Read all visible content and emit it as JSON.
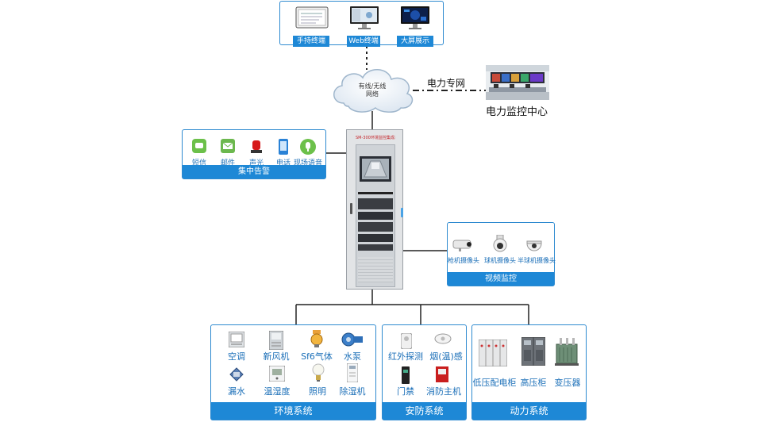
{
  "terminals": {
    "handheld": "手持终端",
    "web": "Web终端",
    "bigscreen": "大屏展示"
  },
  "network": {
    "cloud_label": "有线/无线\n网络",
    "link_label": "电力专网",
    "center_label": "电力监控中心"
  },
  "alarm": {
    "title": "集中告警",
    "items": [
      "短信",
      "邮件",
      "声光",
      "电话",
      "现场语音"
    ]
  },
  "cabinet": {
    "header": "SM-300环境监控集成系统"
  },
  "video": {
    "title": "视频监控",
    "items": [
      "枪机摄像头",
      "球机摄像头",
      "半球机摄像头"
    ]
  },
  "env": {
    "title": "环境系统",
    "items": [
      "空调",
      "新风机",
      "Sf6气体",
      "水泵",
      "漏水",
      "温湿度",
      "照明",
      "除湿机"
    ]
  },
  "security": {
    "title": "安防系统",
    "items": [
      "红外探测",
      "烟(温)感",
      "门禁",
      "消防主机"
    ]
  },
  "power": {
    "title": "动力系统",
    "items": [
      "低压配电柜",
      "高压柜",
      "变压器"
    ]
  },
  "colors": {
    "accent": "#1e88d6",
    "label": "#1b6fb8"
  }
}
